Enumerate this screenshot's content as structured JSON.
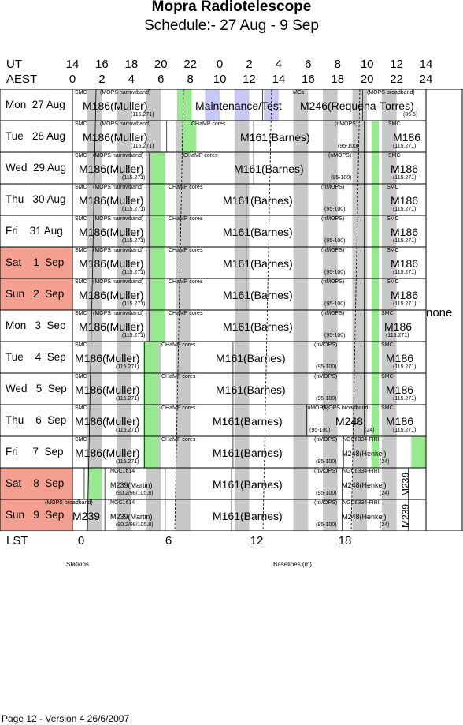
{
  "title": "Mopra Radiotelescope",
  "subtitle": "Schedule:- 27 Aug - 9  Sep",
  "ut_label": "UT",
  "aest_label": "AEST",
  "lst_label": "LST",
  "ut_ticks": [
    "14",
    "16",
    "18",
    "20",
    "22",
    "0",
    "2",
    "4",
    "6",
    "8",
    "10",
    "12",
    "14"
  ],
  "aest_ticks": [
    "0",
    "2",
    "4",
    "6",
    "8",
    "10",
    "12",
    "14",
    "16",
    "18",
    "20",
    "22",
    "24"
  ],
  "lst_ticks": [
    "0",
    "6",
    "12",
    "18"
  ],
  "stations_label": "Stations",
  "baselines_label": "Baselines (m)",
  "baselines_value": "none",
  "footer": "Page 12 - Version 4  26/6/2007",
  "colors": {
    "weekend": "#f4a090",
    "grey": "#c8c8c8",
    "green": "#98e890",
    "purple": "#c8c8f4"
  },
  "days": [
    {
      "label": "Mon  27 Aug",
      "weekend": false
    },
    {
      "label": "Tue   28 Aug",
      "weekend": false
    },
    {
      "label": "Wed  29 Aug",
      "weekend": false
    },
    {
      "label": "Thu   30 Aug",
      "weekend": false
    },
    {
      "label": "Fri    31 Aug",
      "weekend": false
    },
    {
      "label": "Sat    1  Sep",
      "weekend": true
    },
    {
      "label": "Sun   2  Sep",
      "weekend": true
    },
    {
      "label": "Mon   3  Sep",
      "weekend": false
    },
    {
      "label": "Tue    4  Sep",
      "weekend": false
    },
    {
      "label": "Wed   5  Sep",
      "weekend": false
    },
    {
      "label": "Thu    6  Sep",
      "weekend": false
    },
    {
      "label": "Fri     7  Sep",
      "weekend": false
    },
    {
      "label": "Sat    8  Sep",
      "weekend": true
    },
    {
      "label": "Sun   9  Sep",
      "weekend": true
    }
  ],
  "texts": {
    "smc": "SMC",
    "mops_nb": "(MOPS narrowband)",
    "mops_bb": "(MOPS broadband)",
    "m186": "M186(Muller)",
    "m186s": "M186",
    "f115": "(115.271)",
    "maint": "Maintenance/Test",
    "mcs": "MCs",
    "m246": "M246(Requena-Torres)",
    "f865": "(86.5)",
    "champ": "CHaMP cores",
    "m161": "M161(Barnes)",
    "nmops": "(nMOPS)",
    "f95": "(95-100)",
    "m248": "M248",
    "f24": "(24)",
    "ngc6334": "NGC6334-FIRII",
    "m248h": "M248(Henkel)",
    "ngc1614": "NGC1614",
    "m239m": "M239(Martin)",
    "f902": "(90.2/98/105.8)",
    "m239": "M239"
  }
}
